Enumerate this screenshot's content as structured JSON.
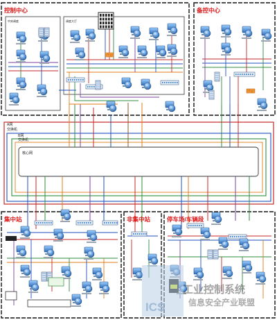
{
  "zones": {
    "control_center": "控制中心",
    "backup_center": "备控中心",
    "central_station": "集中站",
    "non_central_station": "非集中站",
    "depot": "停车场/车辆段"
  },
  "network": {
    "a_net_label": "A网",
    "a_net_sub": "交换机",
    "b_net_label": "B网",
    "b_net_sub": "交换机",
    "core_label": "核心网"
  },
  "control_center": {
    "sub_left": "中央调度",
    "sub_right": "调度大厅"
  },
  "watermark": {
    "logo": "ICS",
    "line1": "工业控制系统",
    "line2": "信息安全产业联盟"
  },
  "colors": {
    "zone_border": "#111111",
    "zone_title": "#e01818",
    "ring_red": "#c62828",
    "ring_blue": "#1e4fbf",
    "ring_green": "#2e8b3e",
    "line_orange": "#e07b1a",
    "line_purple": "#7b3fa0",
    "line_brown": "#8b5a2b",
    "device_blue": "#3a7fd5"
  },
  "icons": [
    "workstation-icon",
    "server-icon",
    "switch-icon",
    "server-rack-icon",
    "firewall-icon"
  ]
}
